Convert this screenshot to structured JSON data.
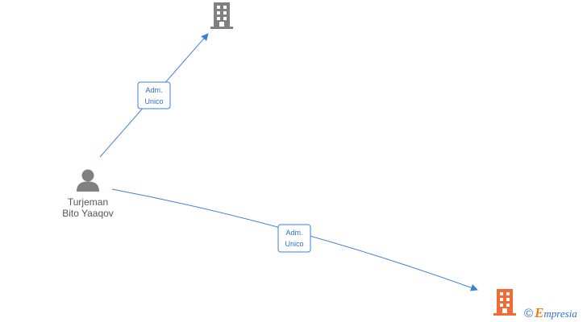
{
  "person": {
    "name_line1": "Turjeman",
    "name_line2": "Bito Yaaqov",
    "icon": "person-icon",
    "color": "#808080"
  },
  "companies": [
    {
      "icon": "building-icon",
      "color": "#808080"
    },
    {
      "icon": "building-icon",
      "color": "#f26a35"
    }
  ],
  "edges": [
    {
      "from": "person",
      "to": "company-1",
      "label_line1": "Adm.",
      "label_line2": "Unico"
    },
    {
      "from": "person",
      "to": "company-2",
      "label_line1": "Adm.",
      "label_line2": "Unico"
    }
  ],
  "colors": {
    "edge": "#3d7fd6",
    "label_text": "#2f6fc4"
  },
  "watermark": {
    "symbol": "©",
    "brand_initial": "E",
    "brand_rest": "mpresia"
  }
}
